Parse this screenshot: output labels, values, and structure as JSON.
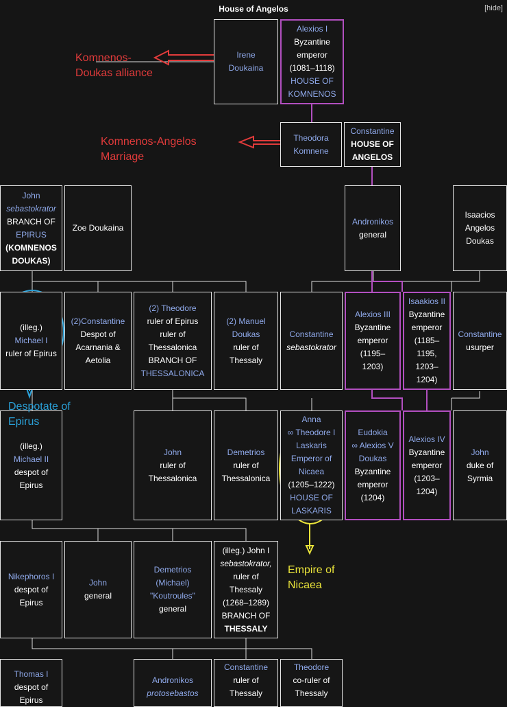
{
  "header": {
    "title": "House of Angelos",
    "hide_label": "[hide]"
  },
  "colors": {
    "link": "#8fa9ea",
    "purple": "#b24fc0",
    "red": "#e23b3b",
    "blue": "#2a9fd6",
    "yellow": "#e9e33a",
    "line": "#dddddd"
  },
  "annotations": {
    "kd_alliance": [
      "Komnenos-",
      "Doukas alliance"
    ],
    "ka_marriage": [
      "Komnenos-Angelos",
      "Marriage"
    ],
    "despotate": [
      "Despotate of",
      "Epirus"
    ],
    "nicaea": [
      "Empire of",
      "Nicaea"
    ]
  },
  "people": {
    "irene": [
      "Irene",
      "Doukaina"
    ],
    "alexios1": [
      "Alexios I",
      "Byzantine",
      "emperor",
      "(1081–1118)",
      "HOUSE OF",
      "KOMNENOS"
    ],
    "theodora": [
      "Theodora",
      "Komnene"
    ],
    "constantine_a": [
      "Constantine",
      "HOUSE OF",
      "ANGELOS"
    ],
    "john_seb": [
      "John",
      "sebastokrator",
      "BRANCH OF",
      "EPIRUS",
      "(KOMNENOS",
      "DOUKAS)"
    ],
    "zoe": [
      "Zoe Doukaina"
    ],
    "andronikos": [
      "Andronikos",
      "general"
    ],
    "isaacios": [
      "Isaacios",
      "Angelos",
      "Doukas"
    ],
    "michael1": [
      "(illeg.)",
      "Michael I",
      "ruler of Epirus"
    ],
    "constantine_dp": [
      "(2)Constantine",
      "Despot of",
      "Acarnania &",
      "Aetolia"
    ],
    "theodore_t": [
      "(2) Theodore",
      "ruler of Epirus",
      "ruler of",
      "Thessalonica",
      "BRANCH OF",
      "THESSALONICA"
    ],
    "manuel": [
      "(2) Manuel",
      "Doukas",
      "ruler of",
      "Thessaly"
    ],
    "constantine_seb": [
      "Constantine",
      "sebastokrator"
    ],
    "alexios3": [
      "Alexios III",
      "Byzantine",
      "emperor",
      "(1195–",
      "1203)"
    ],
    "isaakios2": [
      "Isaakios II",
      "Byzantine",
      "emperor",
      "(1185–",
      "1195,",
      "1203–",
      "1204)"
    ],
    "constantine_u": [
      "Constantine",
      "usurper"
    ],
    "michael2": [
      "(illeg.)",
      "Michael II",
      "despot of",
      "Epirus"
    ],
    "john_thess": [
      "John",
      "ruler of",
      "Thessalonica"
    ],
    "demetrios_t": [
      "Demetrios",
      "ruler of",
      "Thessalonica"
    ],
    "anna": [
      "Anna",
      "∞ Theodore I",
      "Laskaris",
      "Emperor of",
      "Nicaea",
      "(1205–1222)",
      "HOUSE OF",
      "LASKARIS"
    ],
    "eudokia": [
      "Eudokia",
      "∞ Alexios V",
      "Doukas",
      "Byzantine",
      "emperor",
      "(1204)"
    ],
    "alexios4": [
      "Alexios IV",
      "Byzantine",
      "emperor",
      "(1203–",
      "1204)"
    ],
    "john_syrmia": [
      "John",
      "duke of",
      "Syrmia"
    ],
    "nikephoros": [
      "Nikephoros I",
      "despot of",
      "Epirus"
    ],
    "john_gen": [
      "John",
      "general"
    ],
    "demetrios_k": [
      "Demetrios",
      "(Michael)",
      "\"Koutroules\"",
      "general"
    ],
    "john1": [
      "(illeg.) John I",
      "sebastokrator,",
      "ruler of",
      "Thessaly",
      "(1268–1289)",
      "BRANCH OF",
      "THESSALY"
    ],
    "thomas": [
      "Thomas I",
      "despot of",
      "Epirus"
    ],
    "andronikos_p": [
      "Andronikos",
      "protosebastos"
    ],
    "constantine_r": [
      "Constantine",
      "ruler of",
      "Thessaly"
    ],
    "theodore_c": [
      "Theodore",
      "co-ruler of",
      "Thessaly"
    ]
  }
}
